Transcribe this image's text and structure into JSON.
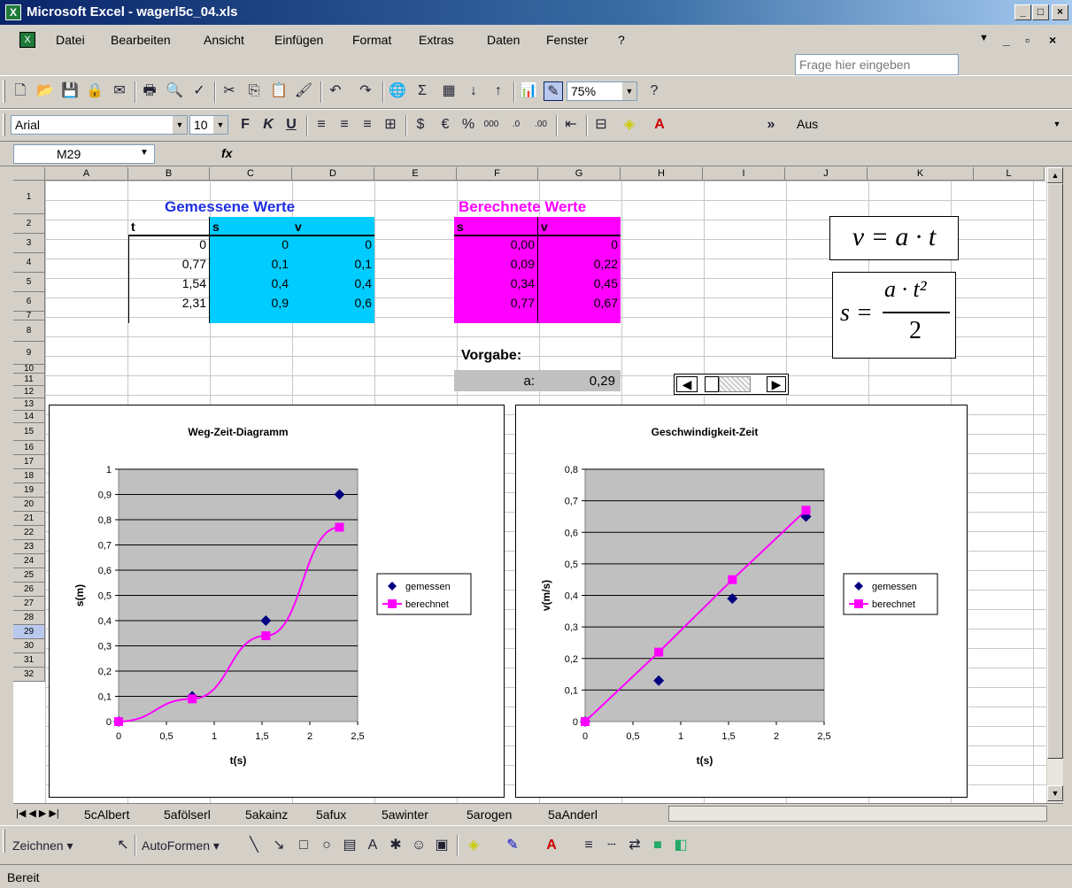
{
  "window": {
    "title": "Microsoft Excel - wagerl5c_04.xls",
    "min": "_",
    "max": "□",
    "close": "×"
  },
  "menu": {
    "items": [
      "Datei",
      "Bearbeiten",
      "Ansicht",
      "Einfügen",
      "Format",
      "Extras",
      "Daten",
      "Fenster",
      "?"
    ],
    "ask_placeholder": "Frage hier eingeben"
  },
  "format_toolbar": {
    "font": "Arial",
    "size": "10",
    "zoom": "75%",
    "aus": "Aus",
    "bold": "F",
    "italic": "K",
    "underline": "U"
  },
  "formula": {
    "namebox": "M29",
    "fx": "fx"
  },
  "columns": [
    "A",
    "B",
    "C",
    "D",
    "E",
    "F",
    "G",
    "H",
    "I",
    "J",
    "K",
    "L"
  ],
  "rows": [
    "1",
    "2",
    "3",
    "4",
    "5",
    "6",
    "7",
    "8",
    "9",
    "10",
    "11",
    "12",
    "13",
    "14",
    "15",
    "16",
    "17",
    "18",
    "19",
    "20",
    "21",
    "22",
    "23",
    "24",
    "25",
    "26",
    "27",
    "28",
    "29",
    "30",
    "31",
    "32"
  ],
  "table_measured": {
    "title": "Gemessene Werte",
    "headers": [
      "t",
      "s",
      "v"
    ],
    "rows": [
      [
        "0",
        "0",
        "0"
      ],
      [
        "0,77",
        "0,1",
        "0,1"
      ],
      [
        "1,54",
        "0,4",
        "0,4"
      ],
      [
        "2,31",
        "0,9",
        "0,6"
      ]
    ]
  },
  "table_calc": {
    "title": "Berechnete Werte",
    "headers": [
      "s",
      "v"
    ],
    "rows": [
      [
        "0,00",
        "0"
      ],
      [
        "0,09",
        "0,22"
      ],
      [
        "0,34",
        "0,45"
      ],
      [
        "0,77",
        "0,67"
      ]
    ]
  },
  "vorgabe": {
    "label": "Vorgabe:",
    "a_label": "a:",
    "a_value": "0,29"
  },
  "formulas": {
    "v_eq": "v = a · t",
    "s_lhs": "s =",
    "s_num": "a · t²",
    "s_den": "2"
  },
  "chart_data": [
    {
      "type": "scatter",
      "title": "Weg-Zeit-Diagramm",
      "xlabel": "t(s)",
      "ylabel": "s(m)",
      "xlim": [
        0,
        2.5
      ],
      "ylim": [
        0,
        1
      ],
      "xticks": [
        "0",
        "0,5",
        "1",
        "1,5",
        "2",
        "2,5"
      ],
      "yticks": [
        "0",
        "0,1",
        "0,2",
        "0,3",
        "0,4",
        "0,5",
        "0,6",
        "0,7",
        "0,8",
        "0,9",
        "1"
      ],
      "series": [
        {
          "name": "gemessen",
          "x": [
            0,
            0.77,
            1.54,
            2.31
          ],
          "y": [
            0,
            0.1,
            0.4,
            0.9
          ],
          "color": "#000080",
          "marker": "diamond"
        },
        {
          "name": "berechnet",
          "x": [
            0,
            0.77,
            1.54,
            2.31
          ],
          "y": [
            0,
            0.09,
            0.34,
            0.77
          ],
          "color": "#ff00ff",
          "marker": "square",
          "line": true
        }
      ],
      "legend": "right",
      "grid": true
    },
    {
      "type": "scatter",
      "title": "Geschwindigkeit-Zeit",
      "xlabel": "t(s)",
      "ylabel": "v(m/s)",
      "xlim": [
        0,
        2.5
      ],
      "ylim": [
        0,
        0.8
      ],
      "xticks": [
        "0",
        "0,5",
        "1",
        "1,5",
        "2",
        "2,5"
      ],
      "yticks": [
        "0",
        "0,1",
        "0,2",
        "0,3",
        "0,4",
        "0,5",
        "0,6",
        "0,7",
        "0,8"
      ],
      "series": [
        {
          "name": "gemessen",
          "x": [
            0,
            0.77,
            1.54,
            2.31
          ],
          "y": [
            0,
            0.13,
            0.39,
            0.65
          ],
          "color": "#000080",
          "marker": "diamond"
        },
        {
          "name": "berechnet",
          "x": [
            0,
            0.77,
            1.54,
            2.31
          ],
          "y": [
            0,
            0.22,
            0.45,
            0.67
          ],
          "color": "#ff00ff",
          "marker": "square",
          "line": true
        }
      ],
      "legend": "right",
      "grid": true
    }
  ],
  "sheet_tabs": [
    "5cAlbert",
    "5afölserl",
    "5akainz",
    "5afux",
    "5awinter",
    "5arogen",
    "5aAnderl"
  ],
  "draw_toolbar": {
    "zeichnen": "Zeichnen ▾",
    "autoformen": "AutoFormen ▾"
  },
  "status": {
    "text": "Bereit"
  }
}
